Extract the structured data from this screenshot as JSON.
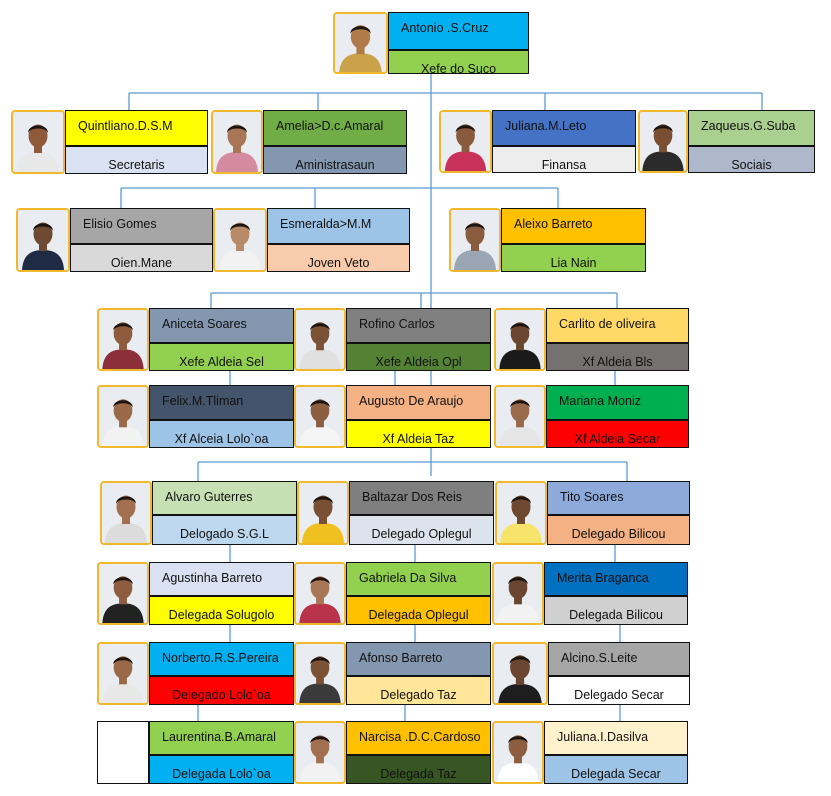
{
  "levels": {
    "chief": [
      {
        "name": "Antonio .S.Cruz",
        "role": "Xefe do Suco",
        "name_bg": "#00b0f0",
        "role_bg": "#92d050",
        "skin": "#b07a4a",
        "shirt": "#c9a24a"
      }
    ],
    "secretariat": [
      {
        "name": "Quintliano.D.S.M",
        "role": "Secretaris",
        "name_bg": "#ffff00",
        "role_bg": "#d9e1f2",
        "skin": "#8e5a3a",
        "shirt": "#e8e8e8"
      },
      {
        "name": "Amelia>D.c.Amaral",
        "role": "Aministrasaun",
        "name_bg": "#70ad47",
        "role_bg": "#8497b0",
        "skin": "#a87555",
        "shirt": "#d48aa0"
      },
      {
        "name": "Juliana.M.Leto",
        "role": "Finansa",
        "name_bg": "#4472c4",
        "role_bg": "#ededed",
        "skin": "#8a5a3c",
        "shirt": "#c8325a"
      },
      {
        "name": "Zaqueus.G.Suba",
        "role": "Sociais",
        "name_bg": "#a9d08e",
        "role_bg": "#adb9ca",
        "skin": "#7a4e33",
        "shirt": "#2b2b2b"
      }
    ],
    "councils": [
      {
        "name": "Elisio Gomes",
        "role": "Oien.Mane",
        "name_bg": "#a6a6a6",
        "role_bg": "#d9d9d9",
        "skin": "#6e4a32",
        "shirt": "#1f2a44"
      },
      {
        "name": "Esmeralda>M.M",
        "role": "Joven Veto",
        "name_bg": "#9dc3e6",
        "role_bg": "#f8cbad",
        "skin": "#b88a68",
        "shirt": "#f2f2f2"
      },
      {
        "name": "Aleixo Barreto",
        "role": "Lia Nain",
        "name_bg": "#ffc000",
        "role_bg": "#92d050",
        "skin": "#8a5c3e",
        "shirt": "#9aa6b3"
      }
    ],
    "aldeia_1": [
      {
        "name": "Aniceta Soares",
        "role": "Xefe Aldeia Sel",
        "name_bg": "#8497b0",
        "role_bg": "#92d050",
        "skin": "#8e5c3c",
        "shirt": "#8b2f3a"
      },
      {
        "name": "Rofino Carlos",
        "role": "Xefe Aldeia Opl",
        "name_bg": "#808080",
        "role_bg": "#548235",
        "skin": "#7c5236",
        "shirt": "#e0e0e0"
      },
      {
        "name": "Carlito de oliveira",
        "role": "Xf Aldeia Bls",
        "name_bg": "#ffd966",
        "role_bg": "#767171",
        "skin": "#6a4530",
        "shirt": "#1a1a1a"
      }
    ],
    "aldeia_2": [
      {
        "name": "Felix.M.Tliman",
        "role": "Xf Alceia  Lolo`oa",
        "name_bg": "#44546a",
        "role_bg": "#9dc3e6",
        "skin": "#9a6a48",
        "shirt": "#f2f2f2"
      },
      {
        "name": "Augusto De Araujo",
        "role": "Xf Aldeia Taz",
        "name_bg": "#f4b183",
        "role_bg": "#ffff00",
        "skin": "#8c5e40",
        "shirt": "#f5f5f5"
      },
      {
        "name": "Mariana Moniz",
        "role": "Xf Aldeia Secar",
        "name_bg": "#00b050",
        "role_bg": "#ff0000",
        "skin": "#9a6a4c",
        "shirt": "#e6e6e6"
      }
    ],
    "delegados_1": [
      {
        "name": "Alvaro Guterres",
        "role": "Delogado S.G.L",
        "name_bg": "#c6e0b4",
        "role_bg": "#bdd7ee",
        "skin": "#a27050",
        "shirt": "#dcdcdc"
      },
      {
        "name": "Baltazar Dos Reis",
        "role": "Delegado Oplegul",
        "name_bg": "#7f7f7f",
        "role_bg": "#dde3ec",
        "skin": "#7a5035",
        "shirt": "#f0c020"
      },
      {
        "name": "Tito Soares",
        "role": "Delegado Bilicou",
        "name_bg": "#8eaadb",
        "role_bg": "#f4b183",
        "skin": "#6e4830",
        "shirt": "#f5e36a"
      }
    ],
    "delegados_2": [
      {
        "name": "Agustinha Barreto",
        "role": "Delegada Solugolo",
        "name_bg": "#d9e1f2",
        "role_bg": "#ffff00",
        "skin": "#8e5c3e",
        "shirt": "#222222"
      },
      {
        "name": "Gabriela Da Silva",
        "role": "Delegada Oplegul",
        "name_bg": "#92d050",
        "role_bg": "#ffc000",
        "skin": "#a87555",
        "shirt": "#b8324a"
      },
      {
        "name": "Merita Braganca",
        "role": "Delegada Bilicou",
        "name_bg": "#0070c0",
        "role_bg": "#d0d0d0",
        "skin": "#6a4530",
        "shirt": "#f2f2f2"
      }
    ],
    "delegados_3": [
      {
        "name": "Norberto.R.S.Pereira",
        "role": "Delegado Lolo`oa",
        "name_bg": "#00b0f0",
        "role_bg": "#ff0000",
        "skin": "#9a6a48",
        "shirt": "#e8e8e8"
      },
      {
        "name": "Afonso Barreto",
        "role": "Delegado Taz",
        "name_bg": "#8497b0",
        "role_bg": "#ffe699",
        "skin": "#7c5236",
        "shirt": "#3a3a3a"
      },
      {
        "name": "Alcino.S.Leite",
        "role": "Delegado Secar",
        "name_bg": "#a6a6a6",
        "role_bg": "#ffffff",
        "skin": "#6a4530",
        "shirt": "#1e1e1e"
      }
    ],
    "delegados_4": [
      {
        "name": "Laurentina.B.Amaral",
        "role": "Delegada Lolo`oa",
        "name_bg": "#92d050",
        "role_bg": "#00b0f0",
        "skin": "",
        "shirt": ""
      },
      {
        "name": "Narcisa .D.C.Cardoso",
        "role": "Delegada Taz",
        "name_bg": "#ffc000",
        "role_bg": "#375623",
        "skin": "#a27050",
        "shirt": "#f2f2f2"
      },
      {
        "name": "Juliana.I.Dasilva",
        "role": "Delegada Secar",
        "name_bg": "#fff2cc",
        "role_bg": "#9dc3e6",
        "skin": "#8e5c3e",
        "shirt": "#ffffff"
      }
    ]
  },
  "colors": {
    "connector": "#5b9bd5",
    "card_border": "#111111",
    "photo_border": "#f0b82a"
  }
}
